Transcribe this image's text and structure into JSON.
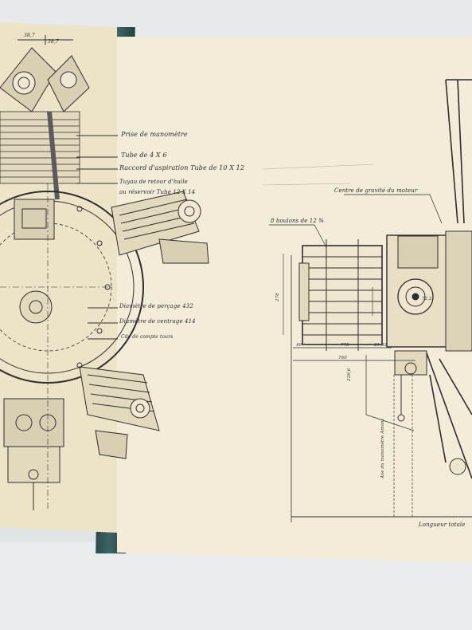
{
  "left_callouts": {
    "prise_manometre": "Prise de manomètre",
    "tube_4x6": "Tube de 4 X 6",
    "raccord_aspiration": "Raccord d'aspiration Tube de 10 X 12",
    "tuyau_huile_line1": "Tuyau de retour d'huile",
    "tuyau_huile_line2": "au réservoir Tube 12 X 14",
    "diametre_percage": "Diamètre de perçage 432",
    "diametre_centrage": "Diamètre de centrage 414",
    "compte_tours": "Cde de compte tours"
  },
  "left_dims": {
    "d1": "38,7",
    "d2": "38,7"
  },
  "right_callouts": {
    "centre_gravite": "Centre de gravité du moteur",
    "boulons": "8 boulons de 12 %",
    "axe_manometre": "Axe du manomètre Amont",
    "longueur": "Longueur totale"
  },
  "right_dims": {
    "d_775": "775",
    "d_21_92": "21,92",
    "d_40": "40",
    "d_760": "760",
    "d_226_6": "226,6",
    "d_276": "276",
    "d_72_2": "72,2"
  },
  "colors": {
    "ink": "#2d2d33",
    "paper": "#f3ecd8",
    "binder": "#3d6465"
  }
}
